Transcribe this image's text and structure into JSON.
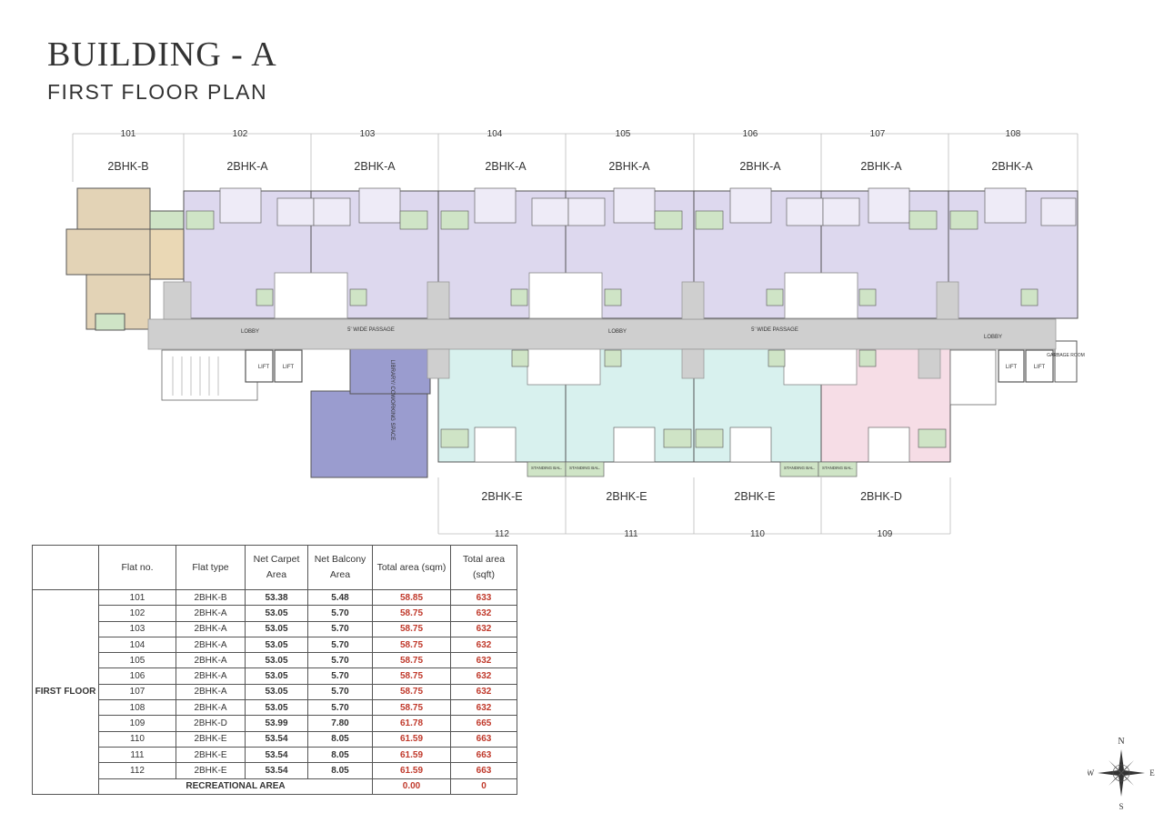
{
  "header": {
    "title": "BUILDING - A",
    "subtitle": "FIRST FLOOR PLAN"
  },
  "plan": {
    "top_units": [
      {
        "no": "101",
        "type": "2BHK-B"
      },
      {
        "no": "102",
        "type": "2BHK-A"
      },
      {
        "no": "103",
        "type": "2BHK-A"
      },
      {
        "no": "104",
        "type": "2BHK-A"
      },
      {
        "no": "105",
        "type": "2BHK-A"
      },
      {
        "no": "106",
        "type": "2BHK-A"
      },
      {
        "no": "107",
        "type": "2BHK-A"
      },
      {
        "no": "108",
        "type": "2BHK-A"
      }
    ],
    "bottom_units": [
      {
        "no": "112",
        "type": "2BHK-E"
      },
      {
        "no": "111",
        "type": "2BHK-E"
      },
      {
        "no": "110",
        "type": "2BHK-E"
      },
      {
        "no": "109",
        "type": "2BHK-D"
      }
    ],
    "corridor_labels": {
      "lobby": "LOBBY",
      "passage": "5' WIDE PASSAGE"
    },
    "library": "LIBRARY/ COWORKING SPACE",
    "lift": "LIFT",
    "garbage": "GARBAGE ROOM",
    "standing_bal": "STANDING BAL."
  },
  "table": {
    "headers": [
      "Flat no.",
      "Flat type",
      "Net Carpet Area",
      "Net Balcony Area",
      "Total area (sqm)",
      "Total area (sqft)"
    ],
    "floor": "FIRST FLOOR",
    "rows": [
      [
        "101",
        "2BHK-B",
        "53.38",
        "5.48",
        "58.85",
        "633"
      ],
      [
        "102",
        "2BHK-A",
        "53.05",
        "5.70",
        "58.75",
        "632"
      ],
      [
        "103",
        "2BHK-A",
        "53.05",
        "5.70",
        "58.75",
        "632"
      ],
      [
        "104",
        "2BHK-A",
        "53.05",
        "5.70",
        "58.75",
        "632"
      ],
      [
        "105",
        "2BHK-A",
        "53.05",
        "5.70",
        "58.75",
        "632"
      ],
      [
        "106",
        "2BHK-A",
        "53.05",
        "5.70",
        "58.75",
        "632"
      ],
      [
        "107",
        "2BHK-A",
        "53.05",
        "5.70",
        "58.75",
        "632"
      ],
      [
        "108",
        "2BHK-A",
        "53.05",
        "5.70",
        "58.75",
        "632"
      ],
      [
        "109",
        "2BHK-D",
        "53.99",
        "7.80",
        "61.78",
        "665"
      ],
      [
        "110",
        "2BHK-E",
        "53.54",
        "8.05",
        "61.59",
        "663"
      ],
      [
        "111",
        "2BHK-E",
        "53.54",
        "8.05",
        "61.59",
        "663"
      ],
      [
        "112",
        "2BHK-E",
        "53.54",
        "8.05",
        "61.59",
        "663"
      ]
    ],
    "recreational": {
      "label": "RECREATIONAL AREA",
      "sqm": "0.00",
      "sqft": "0"
    }
  },
  "compass": {
    "n": "N",
    "s": "S",
    "e": "E",
    "w": "W"
  },
  "colors": {
    "unit_a": "#ddd8ee",
    "unit_b": "#e3d3b6",
    "unit_e": "#d8f1ee",
    "unit_d": "#f6dde6",
    "balcony": "#cfe4c6",
    "library": "#9a9ccf",
    "corridor": "#cfcfcf",
    "red_value": "#c0392b"
  }
}
